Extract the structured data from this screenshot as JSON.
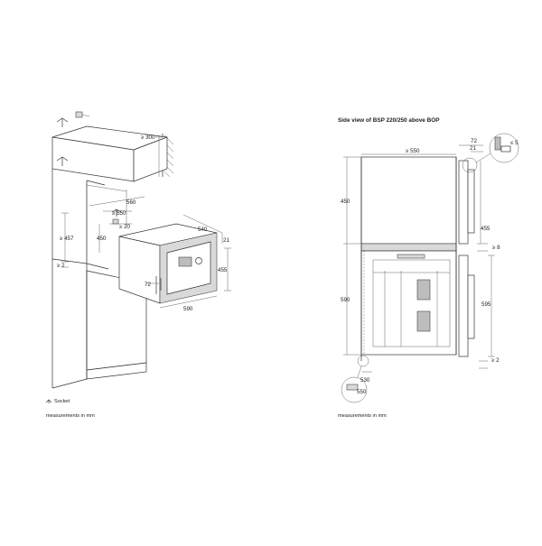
{
  "left_diagram": {
    "dimensions": {
      "d300": "≥ 300",
      "d560": "560",
      "d550": "≥ 550",
      "d20": "≥ 20",
      "d457": "≥ 457",
      "d450": "450",
      "d540": "540",
      "d21": "21",
      "d2": "≥ 2",
      "d455": "455",
      "d72": "72",
      "d590": "590"
    },
    "socket_label": "Socket",
    "note": "measurements in mm"
  },
  "right_diagram": {
    "title": "Side view of BSP 220/250 above BOP",
    "dimensions": {
      "d550": "≥ 550",
      "d72": "72",
      "d21": "21",
      "d5": "≤ 5",
      "d450": "450",
      "d455": "455",
      "d8": "≥ 8",
      "d590": "590",
      "d595": "595",
      "d2": "≥ 2",
      "d530": "530",
      "d550b": "550"
    },
    "note": "measurements in mm"
  }
}
